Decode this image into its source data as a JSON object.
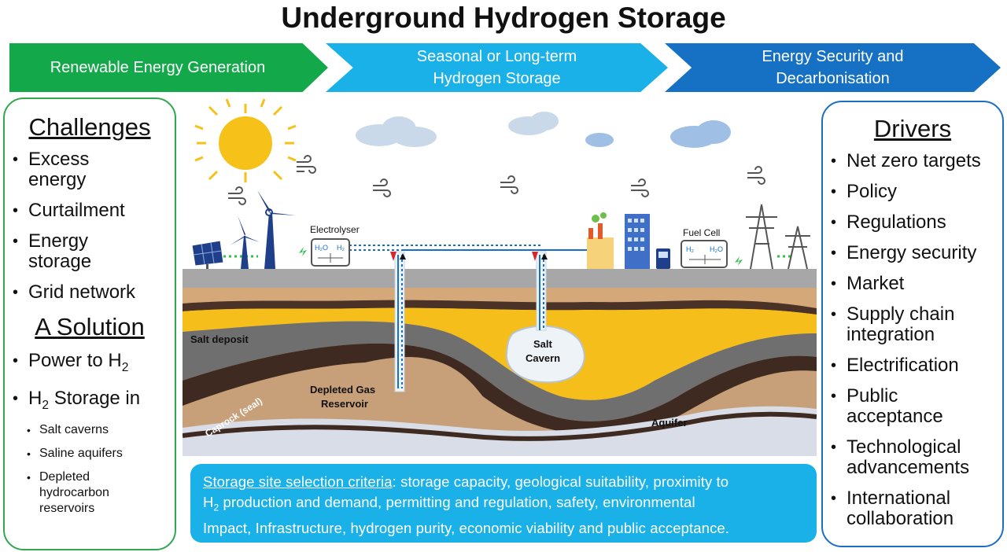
{
  "title": "Underground Hydrogen Storage",
  "banner": {
    "step1": "Renewable Energy Generation",
    "step2_line1": "Seasonal or Long-term",
    "step2_line2": "Hydrogen Storage",
    "step3_line1": "Energy Security and",
    "step3_line2": "Decarbonisation"
  },
  "challenges": {
    "heading": "Challenges",
    "items": [
      "Excess energy",
      "Curtailment",
      "Energy storage",
      "Grid network"
    ]
  },
  "solution": {
    "heading": "A Solution",
    "power_prefix": "Power to H",
    "h2_sub": "2",
    "storage_suffix": " Storage in",
    "storage_prefix": "H",
    "sub_items": [
      "Salt caverns",
      "Saline aquifers",
      "Depleted hydrocarbon reservoirs"
    ]
  },
  "drivers": {
    "heading": "Drivers",
    "items": [
      "Net zero targets",
      "Policy",
      "Regulations",
      "Energy security",
      "Market",
      "Supply chain integration",
      "Electrification",
      "Public acceptance",
      "Technological advancements",
      "International collaboration"
    ]
  },
  "scene": {
    "electrolyser": "Electrolyser",
    "fuel_cell": "Fuel Cell",
    "salt_deposit": "Salt deposit",
    "salt_cavern_1": "Salt",
    "salt_cavern_2": "Cavern",
    "depleted_1": "Depleted Gas",
    "depleted_2": "Reservoir",
    "caprock": "Caprock (seal)",
    "aquifer": "Aquifer",
    "h2o": "H₂O",
    "h2": "H₂"
  },
  "criteria": {
    "label": "Storage site selection criteria",
    "text_1": ": storage capacity, geological suitability, proximity to",
    "text_2": "H",
    "text_2b": " production and demand, permitting and regulation, safety, environmental",
    "text_3": "Impact, Infrastructure, hydrogen purity, economic viability and public acceptance."
  },
  "colors": {
    "green": "#13a84a",
    "cyan": "#1ab0e8",
    "blue": "#1671c5",
    "salt": "#f6be1a",
    "rock": "#6f6f6f"
  }
}
